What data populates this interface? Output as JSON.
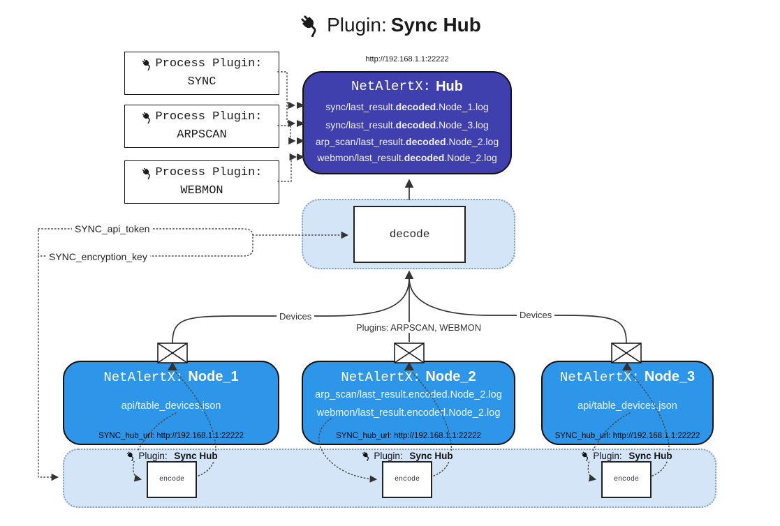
{
  "title": {
    "icon": "plug-icon",
    "prefix": "Plugin:",
    "name": "Sync Hub"
  },
  "process_plugins": [
    {
      "label": "Process Plugin:",
      "name": "SYNC"
    },
    {
      "label": "Process Plugin:",
      "name": "ARPSCAN"
    },
    {
      "label": "Process Plugin:",
      "name": "WEBMON"
    }
  ],
  "hub": {
    "url": "http://192.168.1.1:22222",
    "title_prefix": "NetAlertX:",
    "title_name": "Hub",
    "lines": [
      {
        "pre": "sync/last_result.",
        "bold": "decoded",
        "post": ".Node_1.log"
      },
      {
        "pre": "sync/last_result.",
        "bold": "decoded",
        "post": ".Node_3.log"
      },
      {
        "pre": "arp_scan/last_result.",
        "bold": "decoded",
        "post": ".Node_2.log"
      },
      {
        "pre": "webmon/last_result.",
        "bold": "decoded",
        "post": ".Node_2.log"
      }
    ]
  },
  "decode_label": "decode",
  "env_keys": {
    "api_token": "SYNC_api_token",
    "encryption_key": "SYNC_encryption_key"
  },
  "edge_labels": {
    "devices_left": "Devices",
    "plugins_mid": "Plugins: ARPSCAN, WEBMON",
    "devices_right": "Devices"
  },
  "nodes": [
    {
      "title_prefix": "NetAlertX:",
      "title_name": "Node_1",
      "lines": [
        "api/table_devices.json"
      ],
      "hub_url": "SYNC_hub_url: http://192.168.1.1:22222"
    },
    {
      "title_prefix": "NetAlertX:",
      "title_name": "Node_2",
      "lines": [
        "arp_scan/last_result.encoded.Node_2.log",
        "webmon/last_result.encoded.Node_2.log"
      ],
      "hub_url": "SYNC_hub_url: http://192.168.1.1:22222"
    },
    {
      "title_prefix": "NetAlertX:",
      "title_name": "Node_3",
      "lines": [
        "api/table_devices.json"
      ],
      "hub_url": "SYNC_hub_url: http://192.168.1.1:22222"
    }
  ],
  "sync_plugin_band": {
    "label_prefix": "Plugin:",
    "label_name": "Sync Hub",
    "encode_label": "encode"
  },
  "colors": {
    "hub_fill": "#403fae",
    "node_fill": "#2e96e8",
    "panel_fill": "#d3e5f7",
    "panel_border": "#7d9cba",
    "text_light": "#f2f2f2",
    "line": "#333333"
  }
}
